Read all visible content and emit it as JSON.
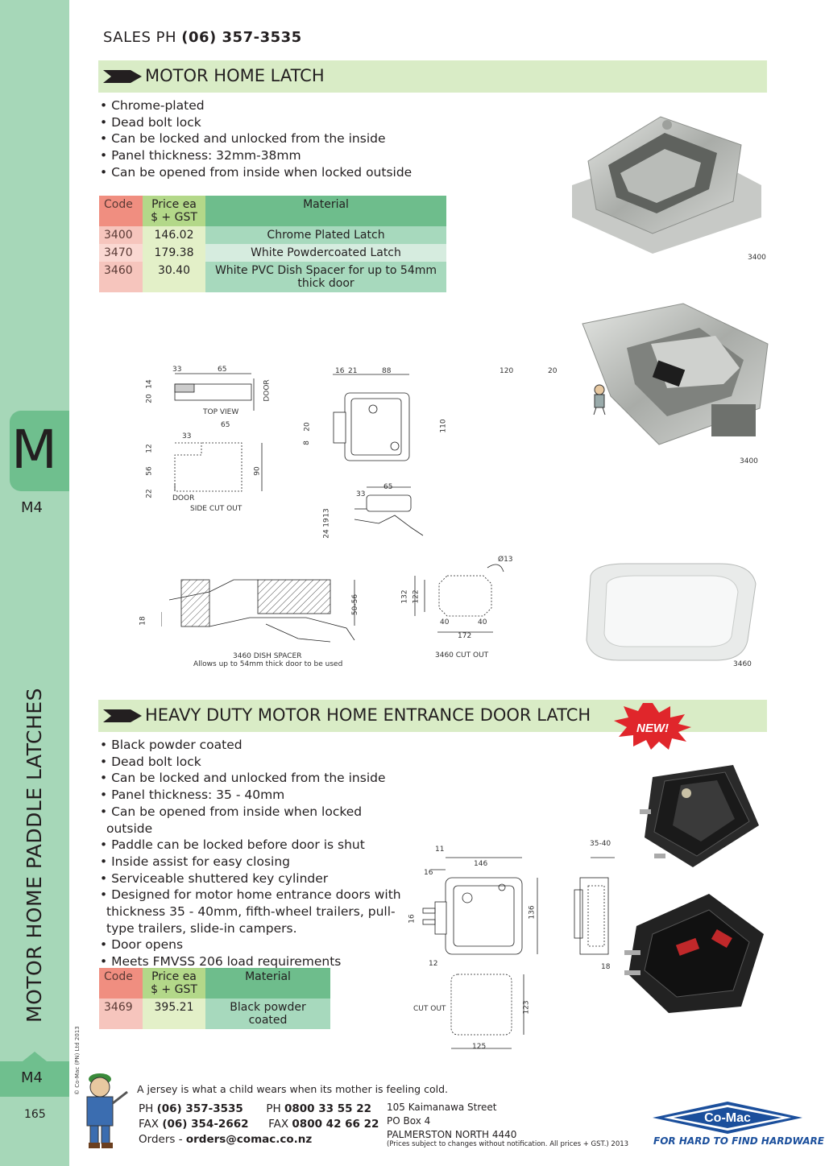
{
  "header": {
    "sales_label": "SALES  PH",
    "sales_phone": "(06) 357-3535"
  },
  "sidebar": {
    "letter": "M",
    "section": "M4",
    "vertical_title": "MOTOR HOME PADDLE LATCHES",
    "copyright": "© Co-Mac (PN) Ltd 2013",
    "footer_section": "M4",
    "page_number": "165"
  },
  "section1": {
    "title": "MOTOR HOME LATCH",
    "bullets": [
      "Chrome-plated",
      "Dead bolt lock",
      "Can be locked and unlocked from the inside",
      "Panel thickness: 32mm-38mm",
      "Can be opened from inside when locked outside"
    ],
    "table": {
      "headers": {
        "code": "Code",
        "price1": "Price ea",
        "price2": "$ + GST",
        "material": "Material"
      },
      "rows": [
        {
          "code": "3400",
          "price": "146.02",
          "material": "Chrome Plated Latch"
        },
        {
          "code": "3470",
          "price": "179.38",
          "material": "White Powdercoated Latch"
        },
        {
          "code": "3460",
          "price": "30.40",
          "material": "White PVC Dish Spacer for up to 54mm thick door"
        }
      ]
    },
    "photo_captions": [
      "3400",
      "3400",
      "3460"
    ],
    "drawing": {
      "top_view": "TOP VIEW",
      "door": "DOOR",
      "side_cut_out": "SIDE CUT OUT",
      "dish_spacer": "3460 DISH SPACER",
      "dish_spacer_note": "Allows up to 54mm thick door to be used",
      "cut_out": "3460 CUT OUT",
      "dims": [
        "33",
        "65",
        "14",
        "20",
        "65",
        "33",
        "12",
        "56",
        "22",
        "90",
        "16",
        "21",
        "88",
        "20",
        "8",
        "120",
        "20",
        "110",
        "33",
        "65",
        "24",
        "19",
        "13",
        "18",
        "50-56",
        "Ø13",
        "132",
        "122",
        "40",
        "40",
        "172"
      ]
    }
  },
  "section2": {
    "title": "HEAVY DUTY MOTOR HOME ENTRANCE DOOR LATCH",
    "badge": "NEW!",
    "bullets": [
      "Black powder coated",
      "Dead bolt lock",
      "Can be locked and unlocked from the inside",
      "Panel thickness: 35 - 40mm",
      "Can be opened from inside when locked outside",
      "Paddle can be locked before door is shut",
      "Inside assist for easy closing",
      "Serviceable shuttered key cylinder",
      "Designed for motor home entrance doors with thickness 35 - 40mm, fifth-wheel trailers, pull-type trailers, slide-in campers.",
      "Door opens",
      "Meets FMVSS 206 load requirements"
    ],
    "table": {
      "headers": {
        "code": "Code",
        "price1": "Price ea",
        "price2": "$ + GST",
        "material": "Material"
      },
      "rows": [
        {
          "code": "3469",
          "price": "395.21",
          "material": "Black powder coated"
        }
      ]
    },
    "drawing": {
      "cut_out": "CUT OUT",
      "dims": [
        "11",
        "146",
        "16",
        "16",
        "136",
        "12",
        "35-40",
        "18",
        "123",
        "125"
      ]
    }
  },
  "footer": {
    "quote": "A jersey is what a child wears when its mother is feeling cold.",
    "ph_label": "PH",
    "ph": "(06) 357-3535",
    "ph2_label": "PH",
    "ph2": "0800 33 55 22",
    "fax_label": "FAX",
    "fax": "(06) 354-2662",
    "fax2_label": "FAX",
    "fax2": "0800 42 66 22",
    "orders_label": "Orders -",
    "orders": "orders@comac.co.nz",
    "address1": "105 Kaimanawa Street",
    "address2": "PO Box 4",
    "address3": "PALMERSTON NORTH 4440",
    "note": "(Prices subject to changes without notification.  All prices + GST.)  2013",
    "logo": "Co-Mac",
    "slogan": "FOR HARD TO FIND HARDWARE"
  },
  "colors": {
    "sidebar": "#a6d7b8",
    "tab": "#6fbf8e",
    "section_bg": "#d9ecc6",
    "brand_blue": "#1b4f9c",
    "badge_red": "#e0262b"
  }
}
